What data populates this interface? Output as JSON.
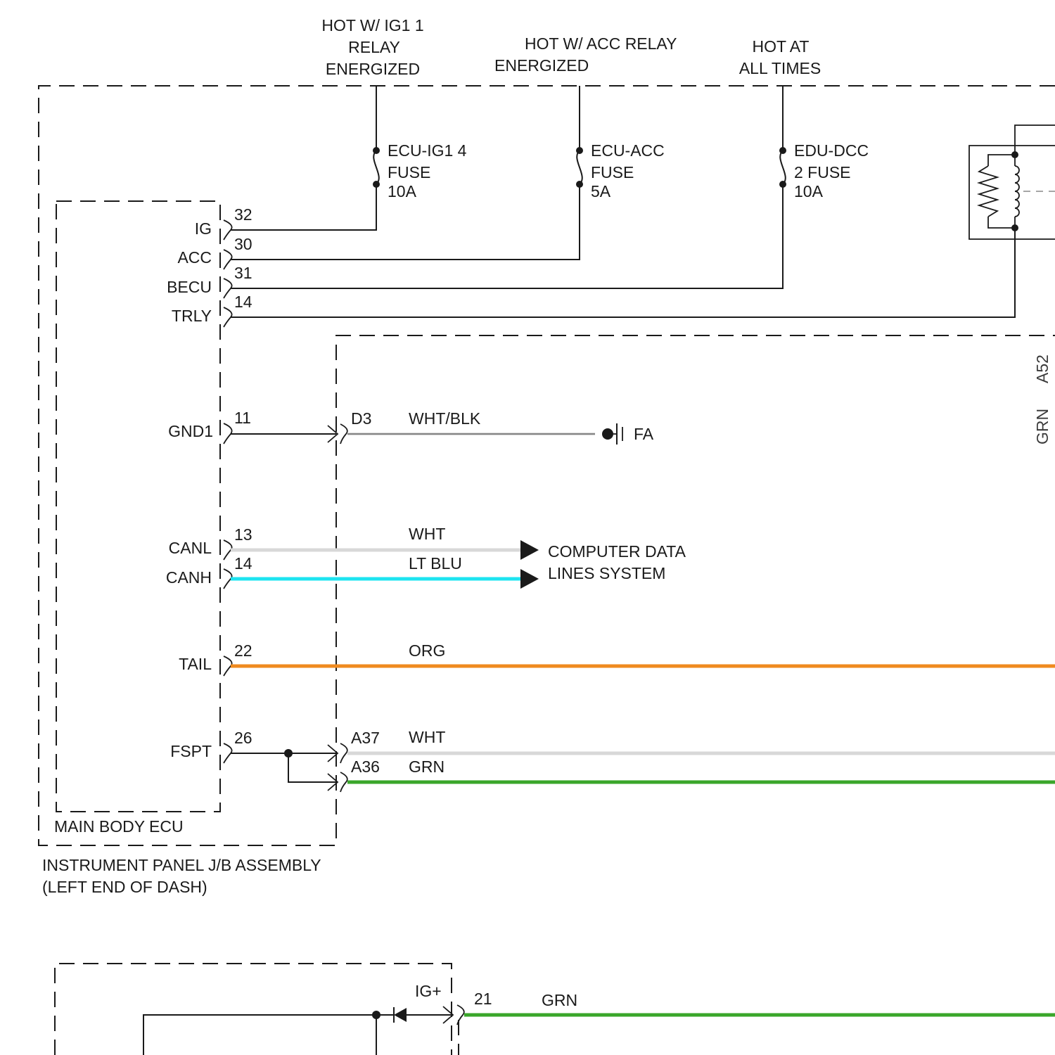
{
  "colors": {
    "line": "#1a1a1a",
    "wht": "#d8d8d8",
    "lt_blu": "#1ee4f0",
    "org": "#ef8a1f",
    "grn": "#3aa62a"
  },
  "sources": {
    "ig1_relay": [
      "HOT W/ IG1 1",
      "RELAY",
      "ENERGIZED"
    ],
    "acc_relay": [
      "HOT W/ ACC RELAY",
      "ENERGIZED"
    ],
    "hot_at_all_times": [
      "HOT AT",
      "ALL TIMES"
    ]
  },
  "fuses": {
    "ecu_ig1": [
      "ECU-IG1 4",
      "FUSE",
      "10A"
    ],
    "ecu_acc": [
      "ECU-ACC",
      "FUSE",
      "5A"
    ],
    "edu_dcc": [
      "EDU-DCC",
      "2 FUSE",
      "10A"
    ]
  },
  "main_body_ecu": {
    "label": "MAIN BODY ECU",
    "pins": {
      "ig": {
        "name": "IG",
        "num": "32"
      },
      "acc": {
        "name": "ACC",
        "num": "30"
      },
      "becu": {
        "name": "BECU",
        "num": "31"
      },
      "trly": {
        "name": "TRLY",
        "num": "14"
      },
      "gnd1": {
        "name": "GND1",
        "num": "11"
      },
      "canl": {
        "name": "CANL",
        "num": "13"
      },
      "canh": {
        "name": "CANH",
        "num": "14"
      },
      "tail": {
        "name": "TAIL",
        "num": "22"
      },
      "fspt": {
        "name": "FSPT",
        "num": "26"
      }
    }
  },
  "jb_assembly": {
    "label_line1": "INSTRUMENT PANEL J/B ASSEMBLY",
    "label_line2": "(LEFT END OF DASH)",
    "connectors": {
      "d3": "D3",
      "a37": "A37",
      "a36": "A36"
    }
  },
  "wire_colors": {
    "gnd1": "WHT/BLK",
    "canl": "WHT",
    "canh": "LT BLU",
    "tail": "ORG",
    "a37": "WHT",
    "a36": "GRN",
    "ig_plus": "GRN"
  },
  "ground": {
    "label": "FA"
  },
  "data_lines": [
    "COMPUTER DATA",
    "LINES SYSTEM"
  ],
  "bottom_ecu": {
    "pin_name": "IG+",
    "pin_num": "21"
  }
}
